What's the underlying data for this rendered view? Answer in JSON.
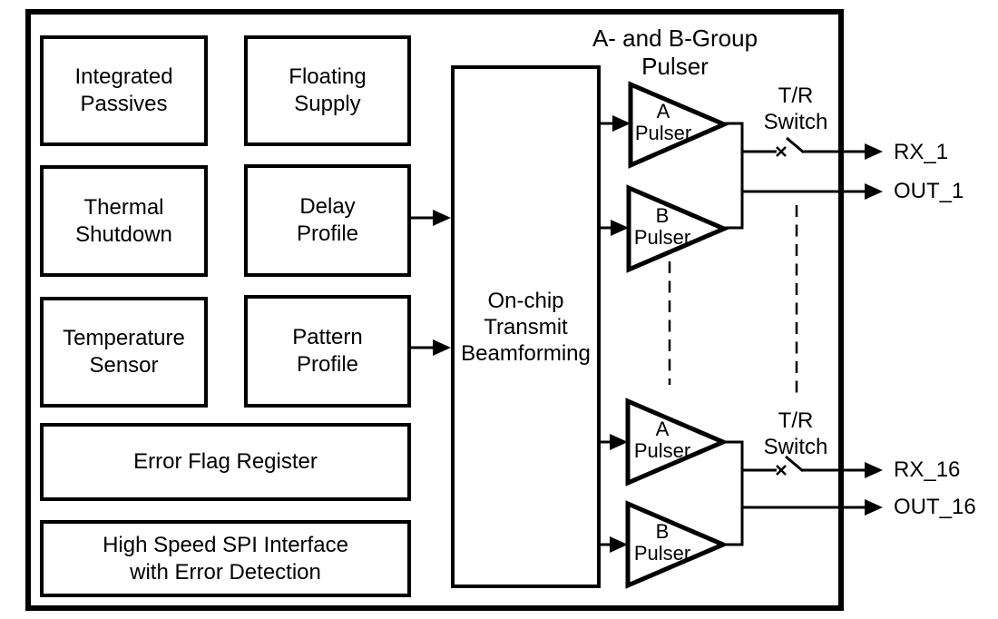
{
  "colors": {
    "ink": "#000000",
    "background": "#ffffff"
  },
  "chip": {
    "blocks": [
      {
        "id": "integrated-passives",
        "label": "Integrated\nPassives"
      },
      {
        "id": "floating-supply",
        "label": "Floating\nSupply"
      },
      {
        "id": "thermal-shutdown",
        "label": "Thermal\nShutdown"
      },
      {
        "id": "delay-profile",
        "label": "Delay\nProfile"
      },
      {
        "id": "temperature-sensor",
        "label": "Temperature\nSensor"
      },
      {
        "id": "pattern-profile",
        "label": "Pattern\nProfile"
      },
      {
        "id": "error-flag-register",
        "label": "Error Flag Register"
      },
      {
        "id": "spi-interface",
        "label": "High Speed SPI Interface\nwith Error Detection"
      },
      {
        "id": "beamforming",
        "label": "On-chip\nTransmit\nBeamforming"
      }
    ],
    "pulser_group_title": "A- and B-Group\nPulser",
    "pulsers": [
      {
        "letter": "A",
        "word": "Pulser"
      },
      {
        "letter": "B",
        "word": "Pulser"
      },
      {
        "letter": "A",
        "word": "Pulser"
      },
      {
        "letter": "B",
        "word": "Pulser"
      }
    ],
    "tr_switch_label": "T/R\nSwitch"
  },
  "ports": [
    {
      "label": "RX_1"
    },
    {
      "label": "OUT_1"
    },
    {
      "label": "RX_16"
    },
    {
      "label": "OUT_16"
    }
  ]
}
